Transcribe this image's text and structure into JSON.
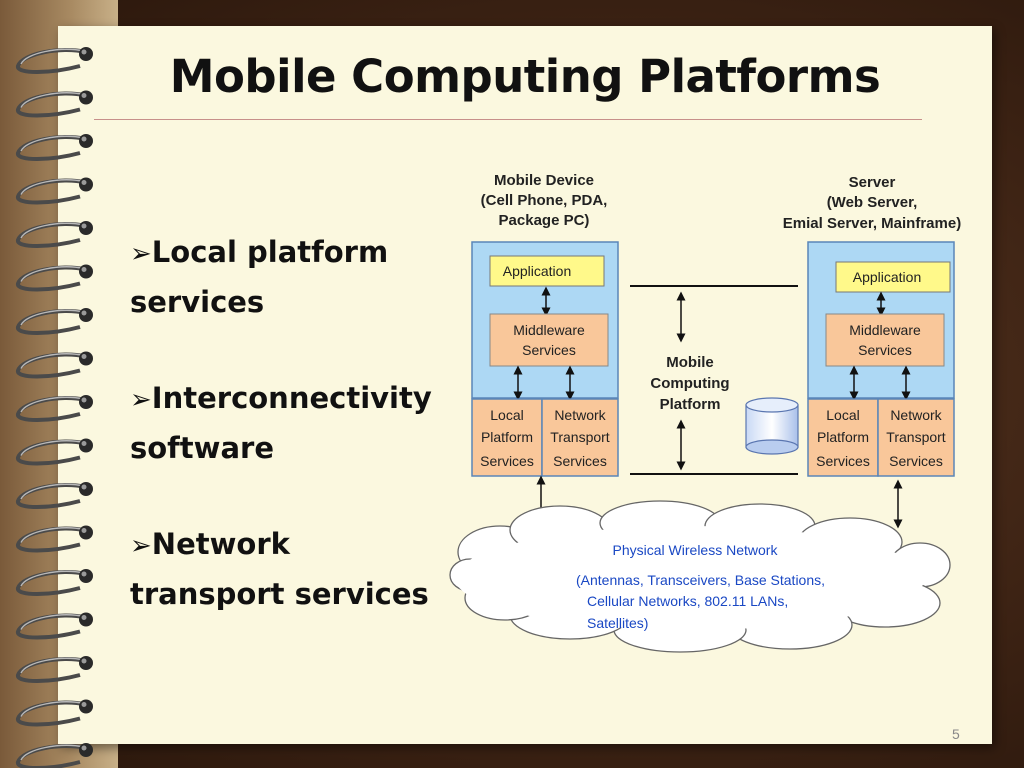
{
  "slide": {
    "title": "Mobile Computing Platforms",
    "page_number": "5"
  },
  "bullets": [
    {
      "marker": "➢",
      "text_bold": "Local platform",
      "text_rest": "services"
    },
    {
      "marker": "➢",
      "text_bold": "Interconnectivity",
      "text_rest": "software"
    },
    {
      "marker": "➢",
      "text_bold": "Network",
      "text_rest": "transport services"
    }
  ],
  "diagram": {
    "mobile_device": {
      "caption_lines": [
        "Mobile Device",
        "(Cell Phone, PDA,",
        "Package PC)"
      ],
      "application": "Application",
      "middleware_lines": [
        "Middleware",
        "Services"
      ],
      "local_lines": [
        "Local",
        "Platform",
        "Services"
      ],
      "network_lines": [
        "Network",
        "Transport",
        "Services"
      ]
    },
    "server": {
      "caption_lines": [
        "Server",
        "(Web Server,",
        "Emial Server, Mainframe)"
      ],
      "application": "Application",
      "middleware_lines": [
        "Middleware",
        "Services"
      ],
      "local_lines": [
        "Local",
        "Platform",
        "Services"
      ],
      "network_lines": [
        "Network",
        "Transport",
        "Services"
      ]
    },
    "center_label_lines": [
      "Mobile",
      "Computing",
      "Platform"
    ],
    "cloud": {
      "title": "Physical Wireless Network",
      "detail_lines": [
        "(Antennas, Transceivers, Base Stations,",
        "Cellular Networks, 802.11 LANs,",
        "Satellites)"
      ]
    },
    "colors": {
      "device_blue": "#add8f4",
      "application_yellow": "#fff98a",
      "service_peach": "#f9c79a",
      "cloud_text_blue": "#1a48c4",
      "caption_text": "#222222"
    }
  }
}
